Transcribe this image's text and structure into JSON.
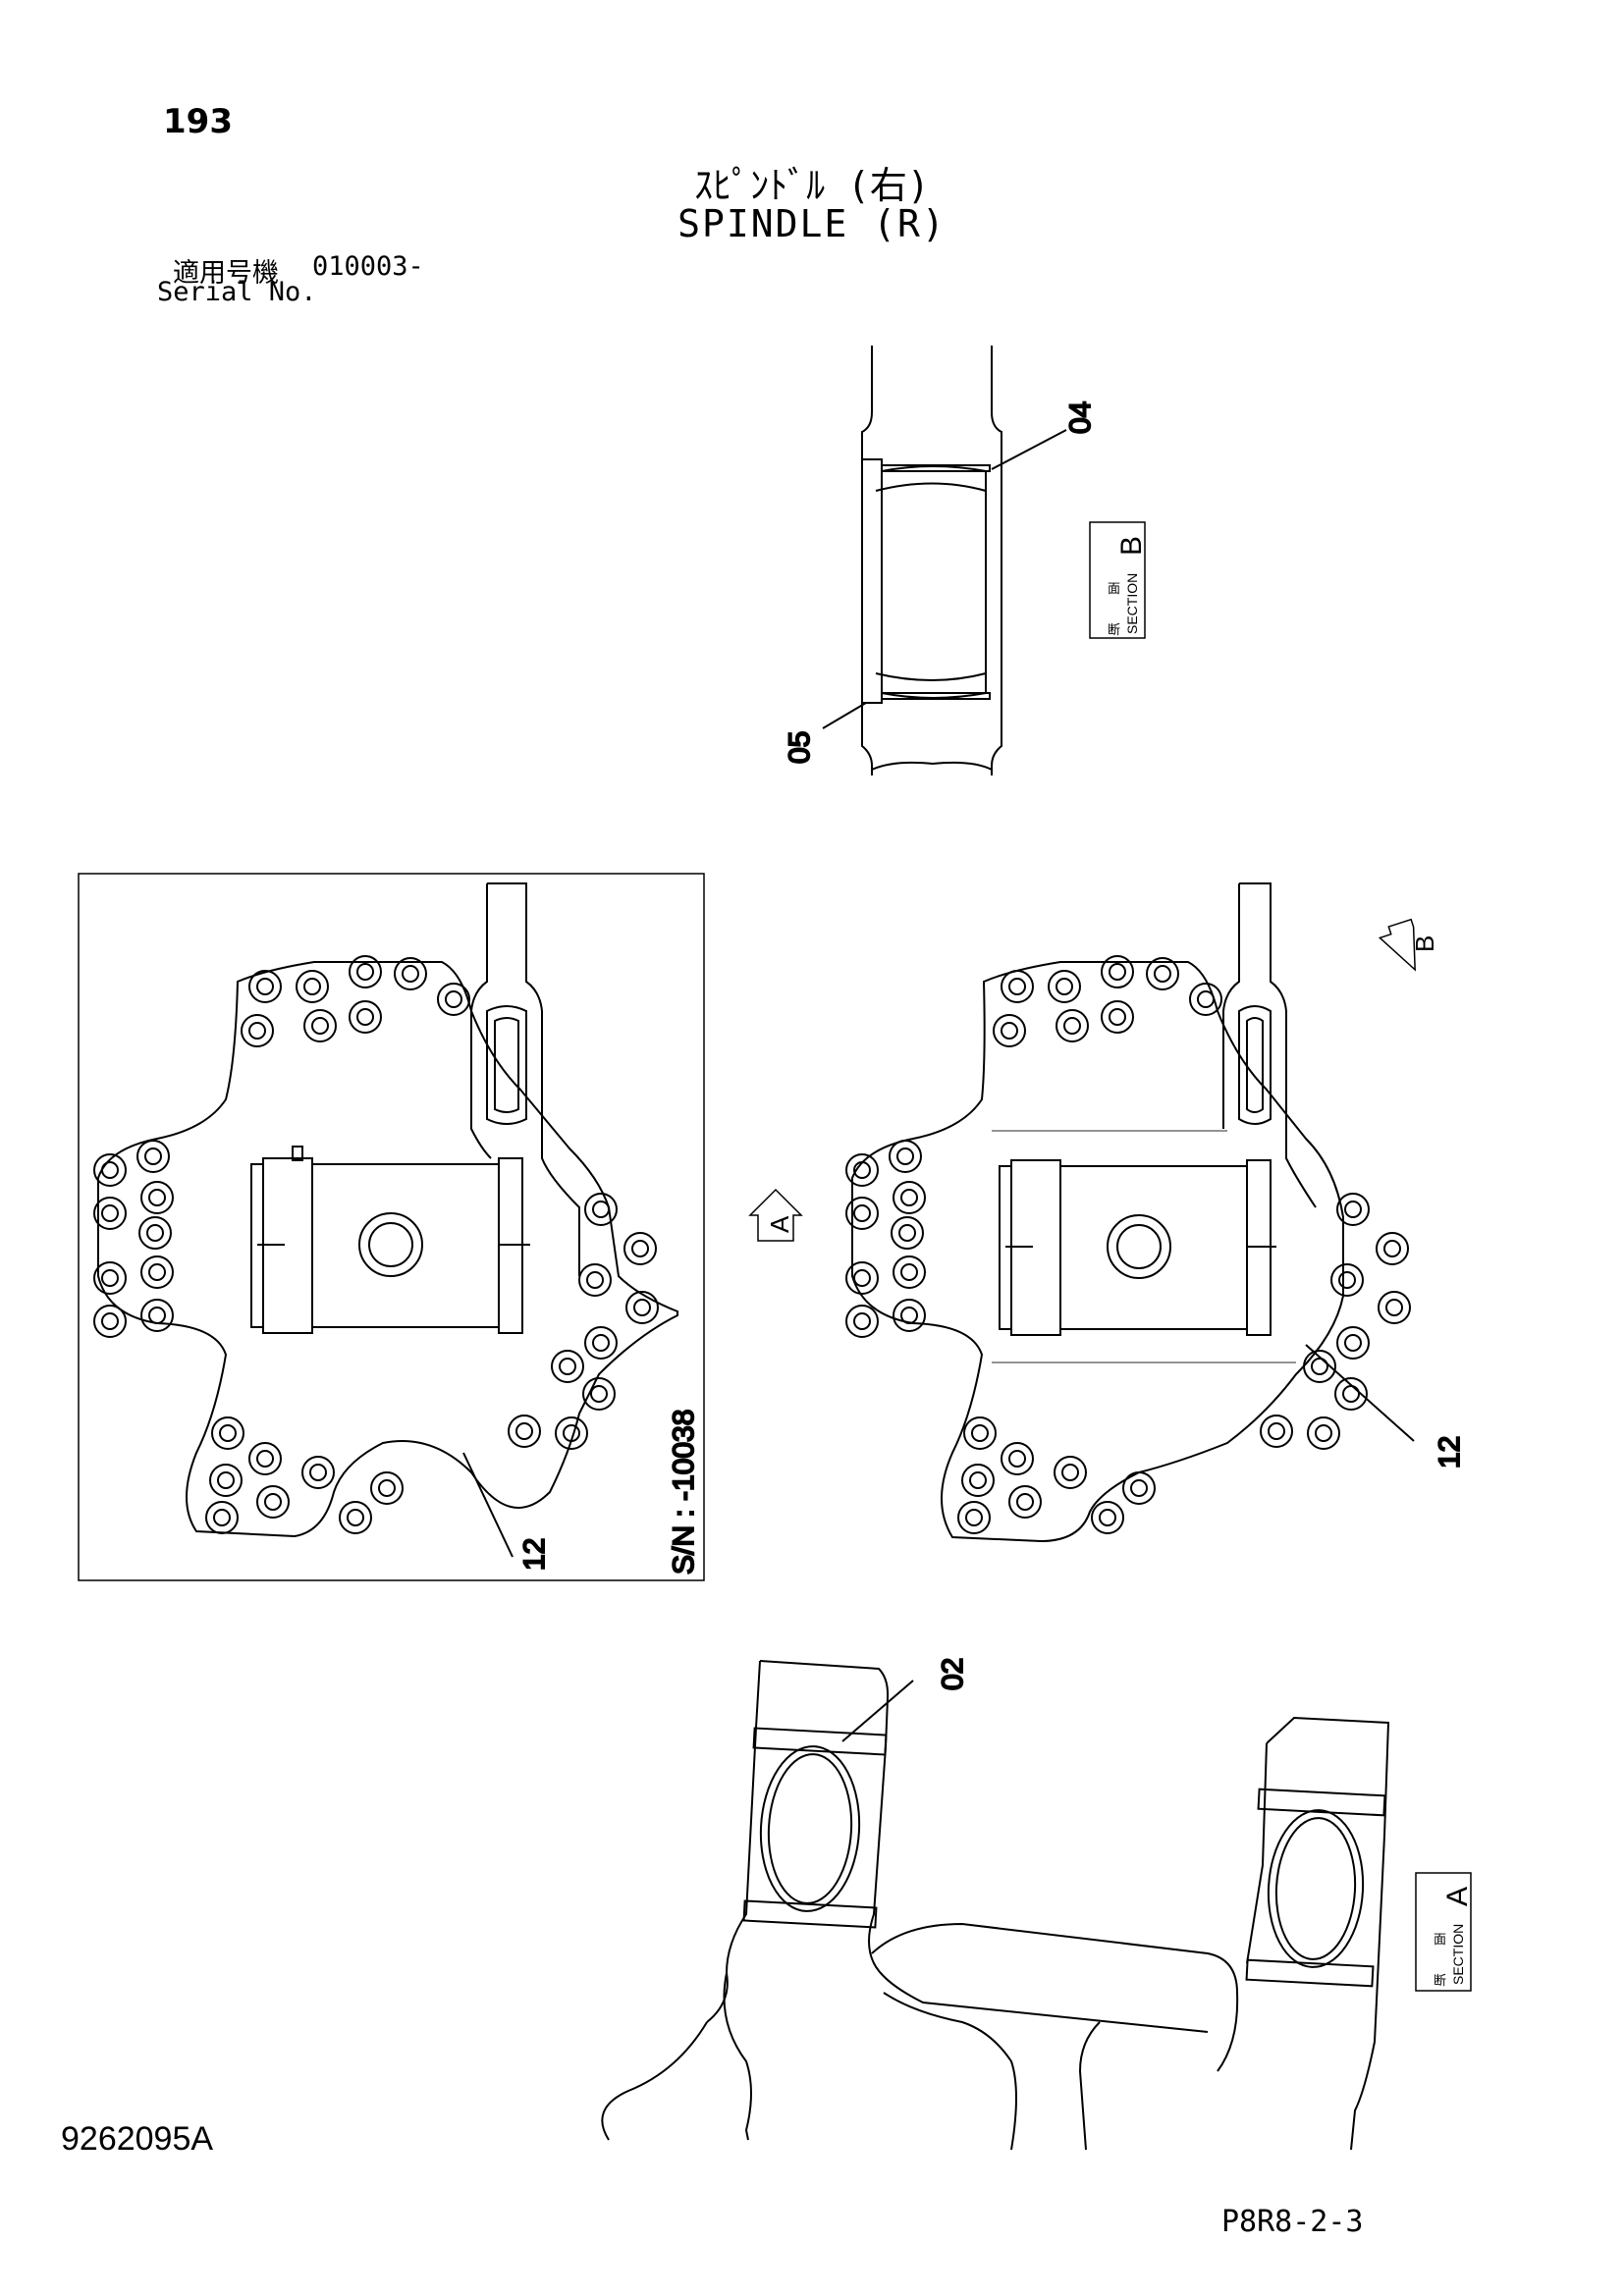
{
  "header": {
    "page_number": "193",
    "title_jp": "ｽﾋﾟﾝﾄﾞﾙ (右)",
    "title_en": "SPINDLE (R)",
    "serial_label_jp": "適用号機",
    "serial_value": "010003-",
    "serial_label_en": "Serial No."
  },
  "section_labels": {
    "jp_char_1": "断",
    "jp_char_2": "面",
    "section_word": "SECTION",
    "section_b_letter": "B",
    "section_a_letter": "A"
  },
  "callouts": {
    "part_04": "04",
    "part_05": "05",
    "part_12_left": "12",
    "part_12_right": "12",
    "part_02": "02"
  },
  "view_markers": {
    "arrow_a": "A",
    "arrow_b": "B"
  },
  "inset_serial_note": "S/N : -10038",
  "footer": {
    "drawing_code": "9262095A",
    "sheet_code": "P8R8-2-3"
  },
  "colors": {
    "line": "#000000",
    "fill": "#ffffff",
    "hidden_line": "#555555"
  }
}
